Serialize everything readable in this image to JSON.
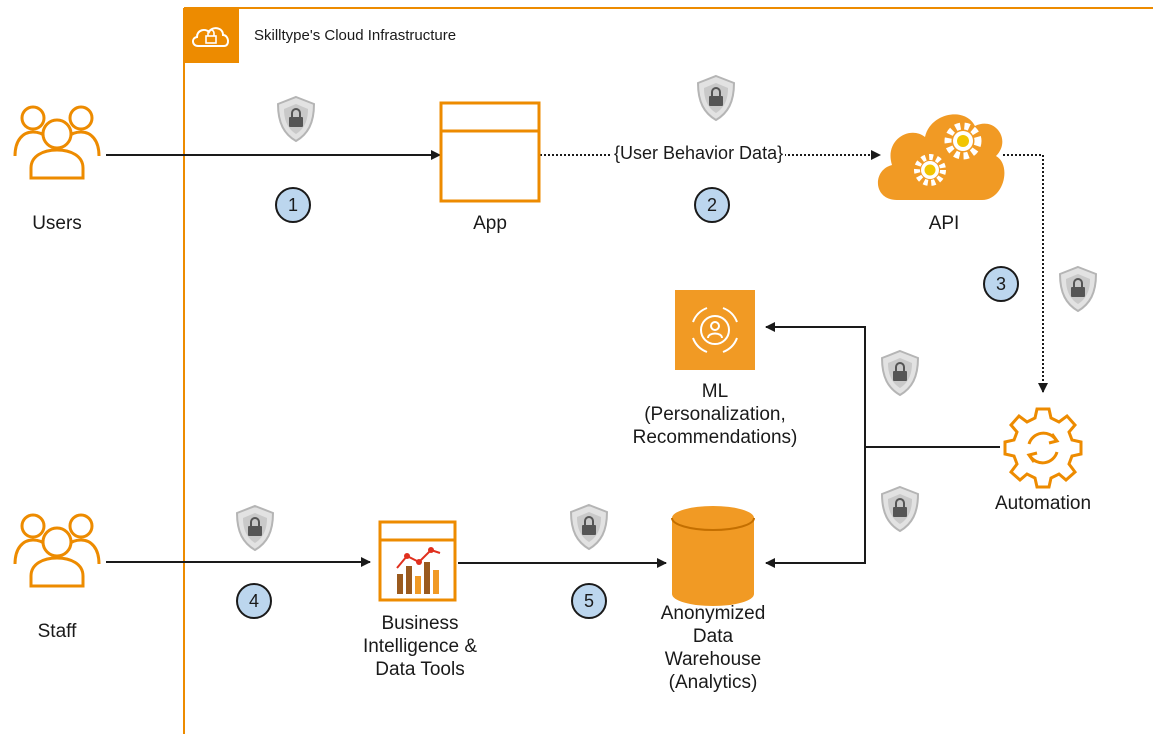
{
  "group": {
    "title": "Skilltype's Cloud Infrastructure",
    "icon": "cloud-lock-icon",
    "color": "#ed8b00"
  },
  "nodes": {
    "users": {
      "label": "Users",
      "icon": "users-group-icon"
    },
    "staff": {
      "label": "Staff",
      "icon": "users-group-icon"
    },
    "app": {
      "label": "App",
      "icon": "app-window-icon"
    },
    "api": {
      "label": "API",
      "icon": "cloud-gears-icon"
    },
    "ml": {
      "label_lines": [
        "ML",
        "(Personalization,",
        "Recommendations)"
      ],
      "icon": "ml-brain-icon"
    },
    "automation": {
      "label": "Automation",
      "icon": "gear-refresh-icon"
    },
    "bi": {
      "label_lines": [
        "Business",
        "Intelligence &",
        "Data Tools"
      ],
      "icon": "bar-chart-icon"
    },
    "warehouse": {
      "label_lines": [
        "Anonymized",
        "Data",
        "Warehouse",
        "(Analytics)"
      ],
      "icon": "database-cylinder-icon"
    }
  },
  "edges": {
    "app_api_label": "{User Behavior Data}"
  },
  "steps": [
    "1",
    "2",
    "3",
    "4",
    "5"
  ],
  "colors": {
    "orange": "#ed8b00",
    "orange_fill": "#f19a24",
    "step_fill": "#bcd6ee",
    "shield": "#9a9a9a"
  }
}
